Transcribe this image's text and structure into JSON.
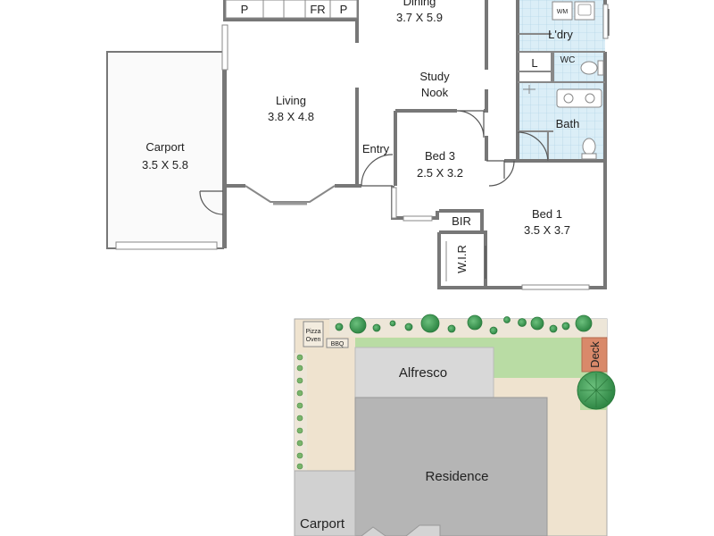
{
  "floor_plan": {
    "rooms": {
      "dining": {
        "name": "Dining",
        "dims": "3.7 X 5.9"
      },
      "study": {
        "line1": "Study",
        "line2": "Nook"
      },
      "living": {
        "name": "Living",
        "dims": "3.8 X 4.8"
      },
      "carport": {
        "name": "Carport",
        "dims": "3.5 X 5.8"
      },
      "entry": {
        "name": "Entry"
      },
      "bed3": {
        "name": "Bed 3",
        "dims": "2.5 X 3.2"
      },
      "bed1": {
        "name": "Bed 1",
        "dims": "3.5 X 3.7"
      },
      "laundry": {
        "name": "L'dry"
      },
      "bath": {
        "name": "Bath"
      },
      "bir": {
        "name": "BIR"
      },
      "wir": {
        "name": "W.I.R"
      },
      "wc": {
        "name": "WC"
      },
      "linen": {
        "name": "L"
      },
      "wm": {
        "name": "WM"
      },
      "pantry_1": {
        "name": "P"
      },
      "fridge": {
        "name": "FR"
      },
      "pantry_2": {
        "name": "P"
      }
    }
  },
  "site_plan": {
    "labels": {
      "alfresco": "Alfresco",
      "residence": "Residence",
      "carport": "Carport",
      "deck": "Deck",
      "bbq": "BBQ",
      "pizza_oven_line1": "Pizza",
      "pizza_oven_line2": "Oven"
    }
  },
  "colors": {
    "wall": "#777777",
    "wet_area_tile": "#dbeef7",
    "lawn": "#b9dca4",
    "paving": "#efe3cf",
    "residence": "#b5b5b5",
    "alfresco": "#d8d8d8",
    "carport": "#d1d1d1",
    "deck": "#d9896a",
    "tree": "#3f9a54",
    "garden_bed": "#ede6d8"
  }
}
